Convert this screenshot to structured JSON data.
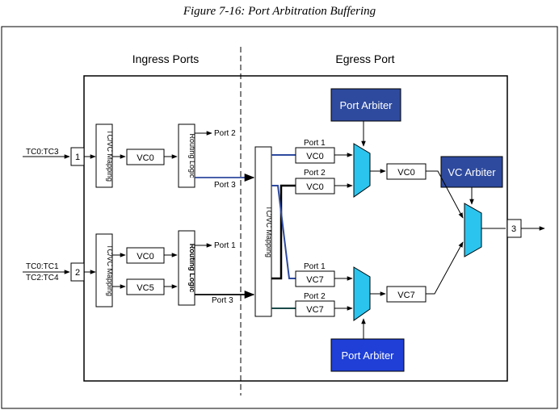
{
  "figure": {
    "caption": "Figure 7-16: Port Arbitration Buffering",
    "regions": {
      "ingress": "Ingress Ports",
      "egress": "Egress Port"
    }
  },
  "ingress": {
    "port1": {
      "input": "TC0:TC3",
      "number": "1",
      "mapping": "TC/VC Mapping",
      "vc": "VC0",
      "routing": "Routing Logic",
      "out_top": "Port 2",
      "out_bottom": "Port 3"
    },
    "port2": {
      "input_a": "TC0:TC1",
      "input_b": "TC2:TC4",
      "number": "2",
      "mapping": "TC/VC Mapping",
      "vc_a": "VC0",
      "vc_b": "VC5",
      "routing": "Routing Logic",
      "out_top": "Port 1",
      "out_bottom": "Port 3"
    }
  },
  "egress": {
    "mapping": "TC/VC Mapping",
    "top": {
      "in1_label": "Port 1",
      "in1_vc": "VC0",
      "in2_label": "Port 2",
      "in2_vc": "VC0",
      "arbiter": "Port Arbiter",
      "out_vc": "VC0"
    },
    "bottom": {
      "in1_label": "Port 1",
      "in1_vc": "VC7",
      "in2_label": "Port 2",
      "in2_vc": "VC7",
      "arbiter": "Port Arbiter",
      "out_vc": "VC7"
    },
    "vc_arbiter": "VC Arbiter",
    "output_port": "3"
  },
  "colors": {
    "arbiter_top": "#2e4a9e",
    "arbiter_bottom": "#1f3fd6",
    "vc_arbiter": "#2e4a9e",
    "mux": "#2bc4ee",
    "blue_path": "#2e4a9e",
    "teal_path": "#1a4a48"
  }
}
